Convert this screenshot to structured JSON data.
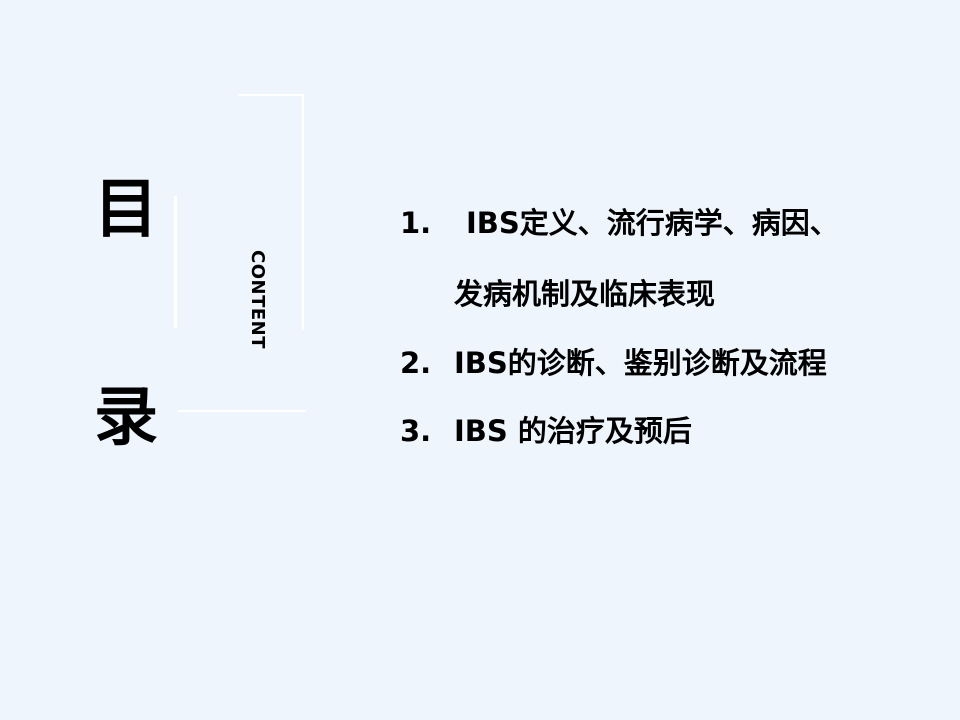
{
  "title": {
    "char_top": "目",
    "char_bottom": "录",
    "subtitle": "CONTENT"
  },
  "toc": [
    {
      "number": "1.",
      "line1": "IBS定义、流行病学、病因、",
      "line2": "发病机制及临床表现"
    },
    {
      "number": "2.",
      "line1": "IBS的诊断、鉴别诊断及流程"
    },
    {
      "number": "3.",
      "line1": "IBS 的治疗及预后"
    }
  ],
  "colors": {
    "background": "#eef5fd",
    "text": "#000000",
    "accent_lines": "#ffffff"
  }
}
